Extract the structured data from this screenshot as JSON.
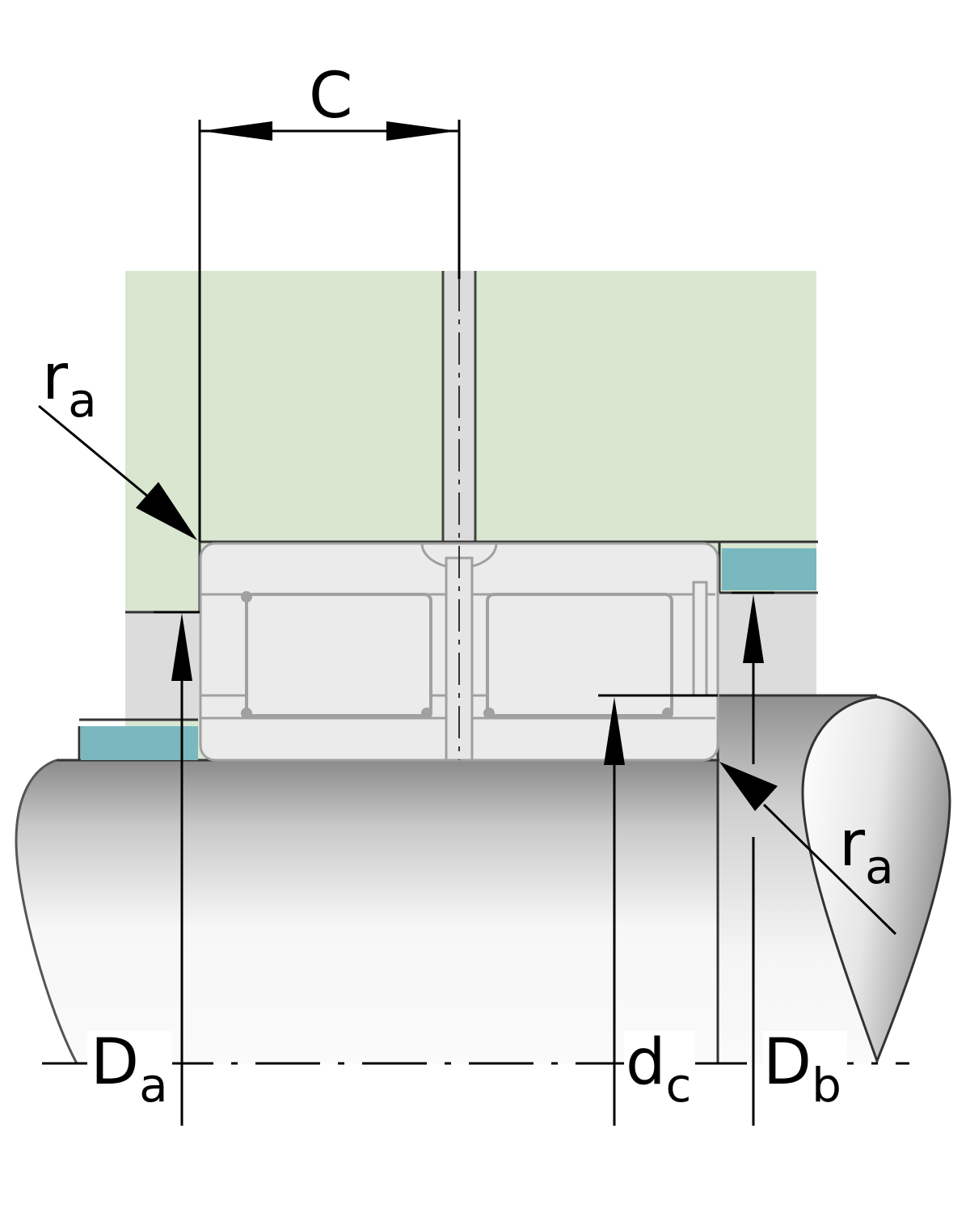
{
  "labels": {
    "c": "C",
    "ra_top": {
      "main": "r",
      "sub": "a"
    },
    "ra_bottom": {
      "main": "r",
      "sub": "a"
    },
    "da": {
      "main": "D",
      "sub": "a"
    },
    "dc": {
      "main": "d",
      "sub": "c"
    },
    "db": {
      "main": "D",
      "sub": "b"
    }
  },
  "colors": {
    "housing": "#d9e6d0",
    "bearing_body": "#ebebeb",
    "bearing_outline": "#a0a0a0",
    "spacer_ring": "#79b8bf",
    "shaft_dark": "#8a8a8a",
    "shaft_light": "#f4f4f4",
    "line": "#000000"
  }
}
